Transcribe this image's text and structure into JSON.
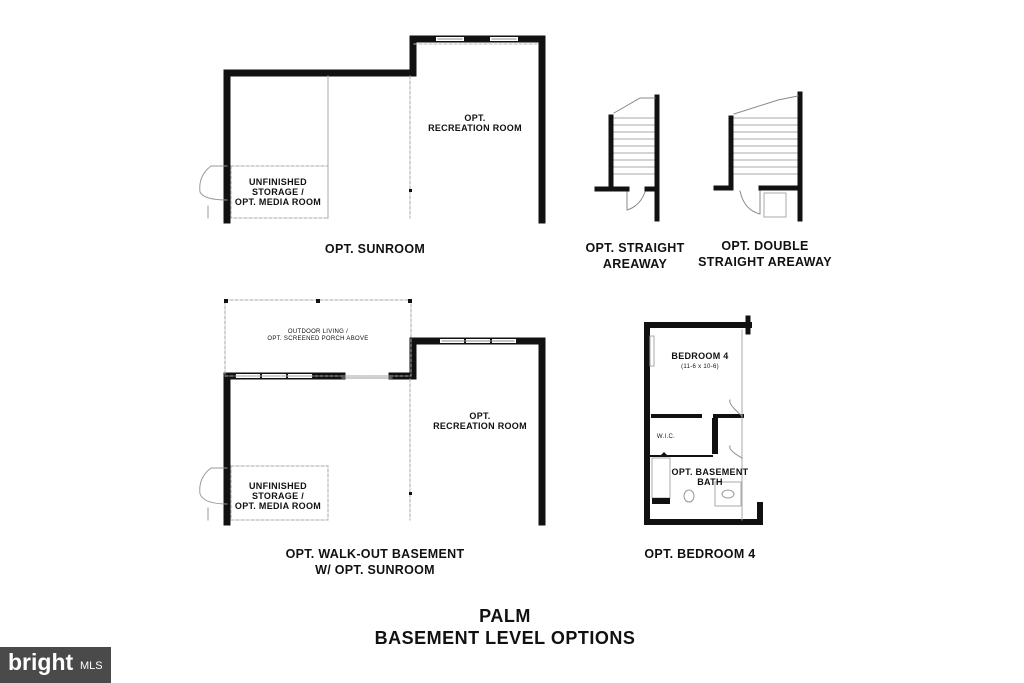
{
  "plans": {
    "sunroom": {
      "caption": "OPT. SUNROOM",
      "rooms": {
        "recreation": [
          "OPT.",
          "RECREATION ROOM"
        ],
        "storage": [
          "UNFINISHED",
          "STORAGE /",
          "OPT. MEDIA ROOM"
        ]
      }
    },
    "straight_areaway": {
      "caption": [
        "OPT. STRAIGHT",
        "AREAWAY"
      ]
    },
    "double_areaway": {
      "caption": [
        "OPT. DOUBLE",
        "STRAIGHT AREAWAY"
      ]
    },
    "walkout": {
      "caption": [
        "OPT. WALK-OUT BASEMENT",
        "W/ OPT. SUNROOM"
      ],
      "rooms": {
        "outdoor": [
          "OUTDOOR LIVING /",
          "OPT. SCREENED PORCH ABOVE"
        ],
        "recreation": [
          "OPT.",
          "RECREATION ROOM"
        ],
        "storage": [
          "UNFINISHED",
          "STORAGE /",
          "OPT. MEDIA ROOM"
        ]
      }
    },
    "bedroom4": {
      "caption": "OPT. BEDROOM 4",
      "rooms": {
        "bedroom": "BEDROOM 4",
        "bedroom_dims": "(11-6 x 10-6)",
        "wic": "W.I.C.",
        "bath": [
          "OPT. BASEMENT",
          "BATH"
        ]
      }
    }
  },
  "title": [
    "PALM",
    "BASEMENT LEVEL OPTIONS"
  ],
  "watermark": {
    "word": "bright",
    "suffix": "MLS"
  },
  "colors": {
    "wall": "#111111",
    "thin_line": "#9a9a9a",
    "badge": "#4a4a4a"
  }
}
